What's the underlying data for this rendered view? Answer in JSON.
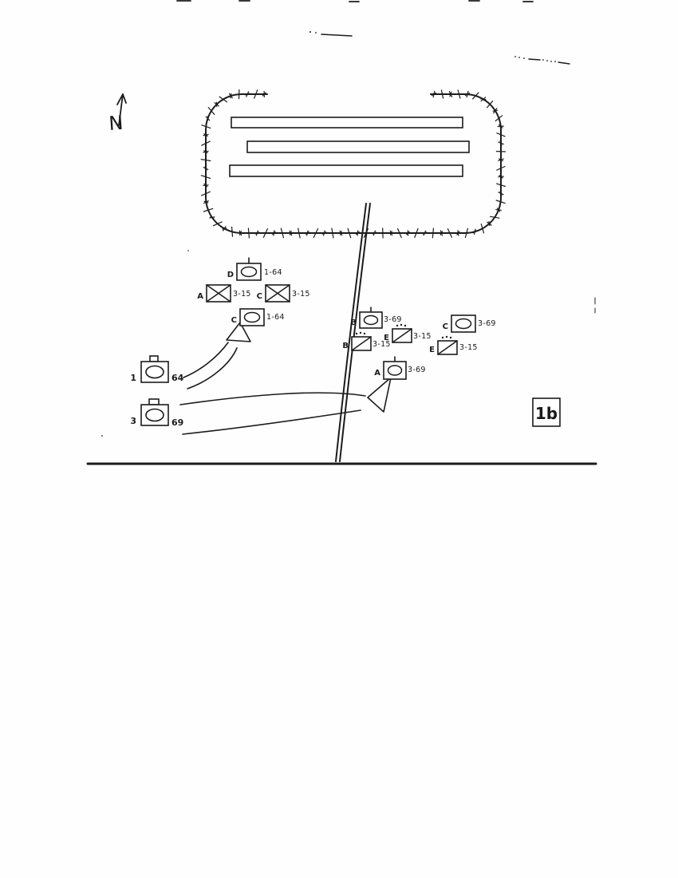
{
  "colors": {
    "ink": "#1c1c1c",
    "paper": "#ffffff"
  },
  "north_arrow": {
    "label": "N"
  },
  "figure_label": "1b",
  "enclosure": {
    "type": "hatched-perimeter-area",
    "bars": 3
  },
  "units": [
    {
      "letter": "D",
      "number": "1-64",
      "symbol": "armor-oval",
      "size": "company-tick"
    },
    {
      "letter": "A",
      "number": "3-15",
      "symbol": "infantry-x",
      "size": ""
    },
    {
      "letter": "C",
      "number": "3-15",
      "symbol": "infantry-x",
      "size": ""
    },
    {
      "letter": "C",
      "number": "1-64",
      "symbol": "armor-oval",
      "size": ""
    },
    {
      "letter": "B",
      "number": "3-69",
      "symbol": "armor-oval",
      "size": "company-tick"
    },
    {
      "letter": "E",
      "number": "3-15",
      "symbol": "mech-slash",
      "size": "dots"
    },
    {
      "letter": "B",
      "number": "3-15",
      "symbol": "mech-slash",
      "size": "dots"
    },
    {
      "letter": "C",
      "number": "3-69",
      "symbol": "armor-oval",
      "size": ""
    },
    {
      "letter": "E",
      "number": "3-15",
      "symbol": "mech-slash",
      "size": "dots"
    },
    {
      "letter": "A",
      "number": "3-69",
      "symbol": "armor-oval",
      "size": "company-tick"
    },
    {
      "letter": "1",
      "number": "64",
      "symbol": "armor-oval",
      "size": "battalion"
    },
    {
      "letter": "3",
      "number": "69",
      "symbol": "armor-oval",
      "size": "battalion"
    }
  ],
  "arrows": [
    {
      "from": "1 / 64 battalion",
      "to": "C / 1-64 position"
    },
    {
      "from": "3 / 69 battalion",
      "to": "A / 3-69 position"
    }
  ]
}
